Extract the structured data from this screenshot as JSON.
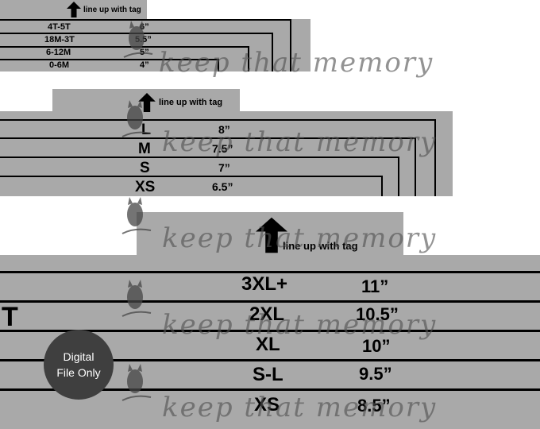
{
  "tag_label": "line up with tag",
  "watermark": "keep that memory",
  "badge": {
    "line1": "Digital",
    "line2": "File Only"
  },
  "kids": {
    "sizes": [
      {
        "size": "4T-5T",
        "length": "6”"
      },
      {
        "size": "18M-3T",
        "length": "5.5”"
      },
      {
        "size": "6-12M",
        "length": "5”"
      },
      {
        "size": "0-6M",
        "length": "4”"
      }
    ]
  },
  "adult_small": {
    "sizes": [
      {
        "size": "L",
        "length": "8”"
      },
      {
        "size": "M",
        "length": "7.5”"
      },
      {
        "size": "S",
        "length": "7”"
      },
      {
        "size": "XS",
        "length": "6.5”"
      }
    ]
  },
  "adult_large": {
    "cut_letter": "T",
    "sizes": [
      {
        "size": "3XL+",
        "length": "11”"
      },
      {
        "size": "2XL",
        "length": "10.5”"
      },
      {
        "size": "XL",
        "length": "10”"
      },
      {
        "size": "S-L",
        "length": "9.5”"
      },
      {
        "size": "XS",
        "length": "8.5”"
      }
    ]
  },
  "colors": {
    "panel": "#a9a9a9",
    "lines": "#000000",
    "badge": "#3f3f3f",
    "watermark": "#505050"
  },
  "icons": [
    "up-arrow-icon",
    "owl-icon"
  ]
}
